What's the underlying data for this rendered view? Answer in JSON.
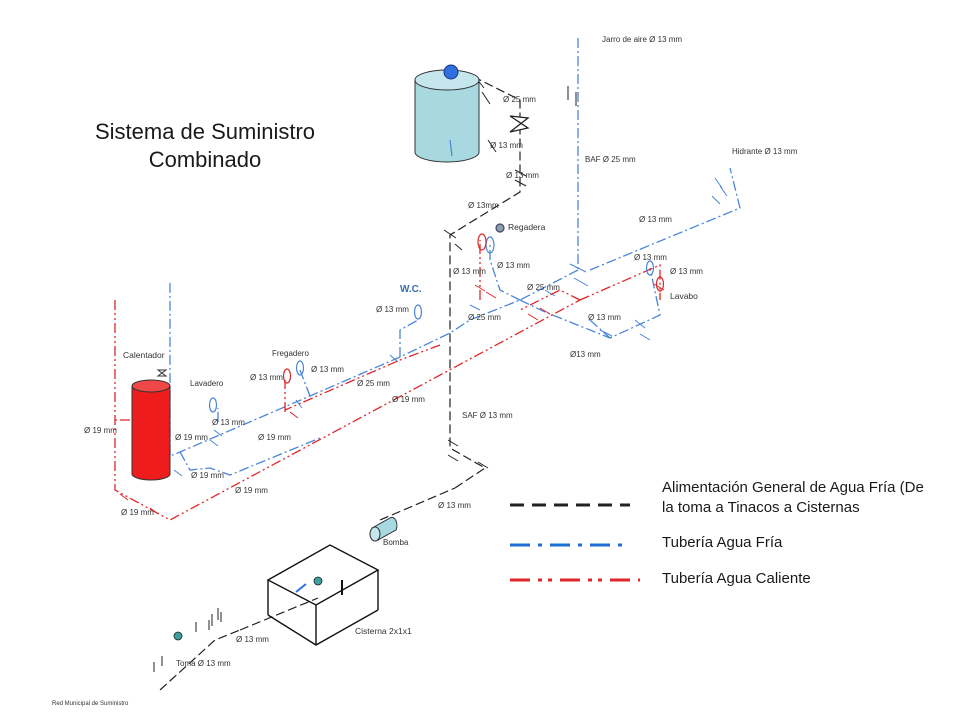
{
  "title": {
    "line1": "Sistema de Suministro",
    "line2": "Combinado"
  },
  "colors": {
    "cold": "#4a86d8",
    "hot": "#e0262a",
    "general": "#222222",
    "tank": "#a8d8e0",
    "heater": "#ee1c1c"
  },
  "legend": [
    {
      "style": "dashed",
      "text_line1": "Alimentación General de Agua Fría (De",
      "text_line2": "la toma a Tinacos a Cisternas"
    },
    {
      "style": "cold",
      "text_line1": "Tubería Agua Fría",
      "text_line2": ""
    },
    {
      "style": "hot",
      "text_line1": "Tubería Agua Caliente",
      "text_line2": ""
    }
  ],
  "fixtures": {
    "jarro": "Jarro de aire Ø 13 mm",
    "hidrante": "Hidrante  Ø 13 mm",
    "regadera": "Regadera",
    "lavabo": "Lavabo",
    "wc": "W.C.",
    "fregadero": "Fregadero",
    "lavadero": "Lavadero",
    "calentador": "Calentador",
    "bomba": "Bomba",
    "cisterna": "Cisterna 2x1x1",
    "toma": "Toma Ø 13 mm",
    "red": "Red Municipal de Suministro"
  },
  "pipe_labels": {
    "t25_tank": "Ø 25 mm",
    "t13_a": "Ø 13 mm",
    "t13_b": "Ø 13 mm",
    "baf25": "BAF Ø 25 mm",
    "t13mm_top": "Ø 13mm",
    "t13_hid": "Ø 13 mm",
    "t13_lav_a": "Ø 13 mm",
    "t13_lav_b": "Ø 13 mm",
    "t13_reg_a": "Ø 13 mm",
    "t13_reg_b": "Ø 13 mm",
    "t25_mid_a": "Ø 25 mm",
    "t25_mid_b": "Ø 25 mm",
    "t13_mid": "Ø 13 mm",
    "t13_low": "Ø13 mm",
    "t13_wc": "Ø 13 mm",
    "t13_freg_a": "Ø 13 mm",
    "t13_freg_b": "Ø 13 mm",
    "t25_freg": "Ø 25 mm",
    "t19_freg": "Ø 19 mm",
    "saf13": "SAF Ø 13 mm",
    "t13_lavd": "Ø 13 mm",
    "t19_lavd": "Ø 19 mm",
    "t19_lavd_b": "Ø 19 mm",
    "t19_cal": "Ø 19 mm",
    "t19_low_a": "Ø 19 mm",
    "t19_low_b": "Ø 19 mm",
    "t19_low_c": "Ø 19 mm",
    "t13_bomba": "Ø 13 mm",
    "t13_cist": "Ø 13 mm"
  }
}
